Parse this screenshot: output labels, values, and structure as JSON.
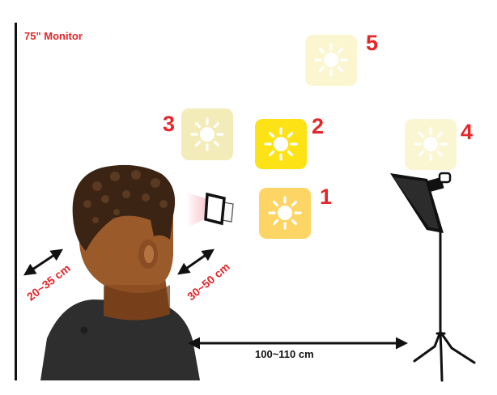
{
  "monitor": {
    "label": "75\" Monitor"
  },
  "lights": [
    {
      "number": "1",
      "color": "#fdd564"
    },
    {
      "number": "2",
      "color": "#fde216"
    },
    {
      "number": "3",
      "color": "#f4ecb8"
    },
    {
      "number": "4",
      "color": "#fbf6d2"
    },
    {
      "number": "5",
      "color": "#fbf6d0"
    }
  ],
  "distances": {
    "head_to_monitor": "20~35 cm",
    "head_to_card": "30~50 cm",
    "person_to_stand": "100~110 cm"
  },
  "colors": {
    "label_red": "#e5262a",
    "skin": "#9a5a2a",
    "hair": "#3b2414",
    "shirt": "#2e2e2e",
    "sun_icon": "#ffffff"
  }
}
